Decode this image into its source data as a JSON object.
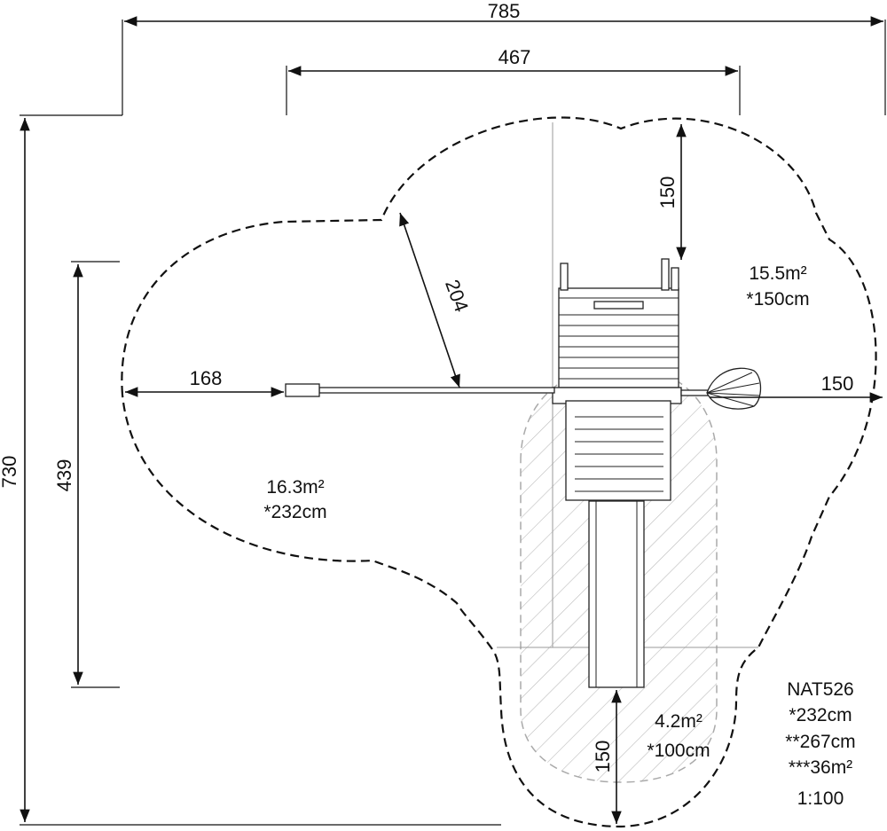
{
  "dimensions": {
    "overall_width": "785",
    "structure_width": "467",
    "overall_height": "730",
    "left_zone_height": "439",
    "radius_diagonal": "204",
    "left_arm": "168",
    "right_clearance": "150",
    "top_clearance": "150",
    "bottom_clearance": "150"
  },
  "zones": {
    "left": {
      "area": "16.3m²",
      "fall_height": "*232cm"
    },
    "right": {
      "area": "15.5m²",
      "fall_height": "*150cm"
    },
    "bottom": {
      "area": "4.2m²",
      "fall_height": "*100cm"
    }
  },
  "info": {
    "model": "NAT526",
    "line1": "*232cm",
    "line2": "**267cm",
    "line3": "***36m²",
    "scale": "1:100"
  }
}
